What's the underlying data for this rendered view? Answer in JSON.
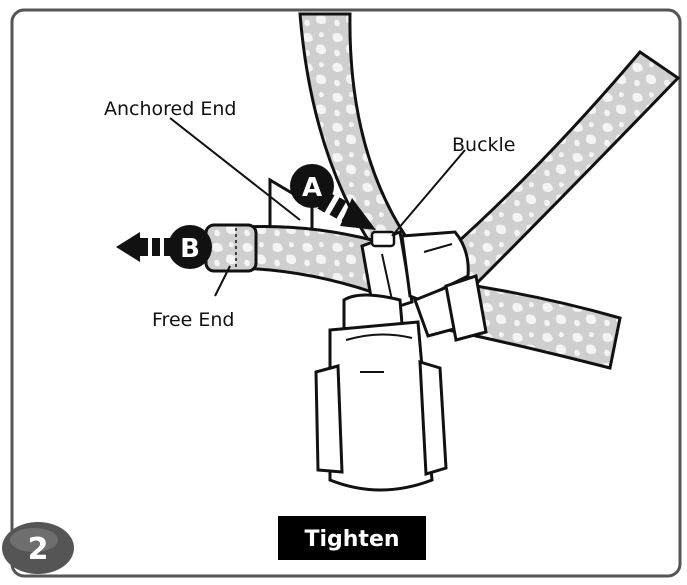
{
  "labels": {
    "anchored_end": "Anchored End",
    "buckle": "Buckle",
    "free_end": "Free End"
  },
  "markers": {
    "a": "A",
    "b": "B"
  },
  "caption": "Tighten",
  "step_number": "2",
  "colors": {
    "frame_border": "#555555",
    "strap_fill": "#cfcfcf",
    "strap_pattern": "#f4f4f4",
    "outline": "#111111",
    "marker_fill": "#111111",
    "caption_bg": "#000000",
    "step_badge": "#555555"
  },
  "icons": [
    "arrow-left-icon",
    "arrow-right-down-icon"
  ]
}
